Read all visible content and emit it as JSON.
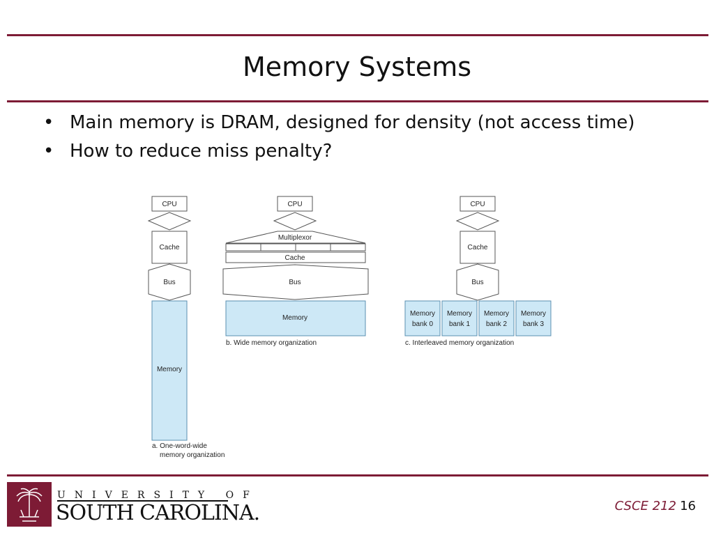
{
  "slide": {
    "title": "Memory Systems",
    "bullets": [
      "Main memory is DRAM, designed for density (not access time)",
      "How to reduce miss penalty?"
    ]
  },
  "diagram": {
    "one_word": {
      "cpu": "CPU",
      "cache": "Cache",
      "bus": "Bus",
      "memory": "Memory",
      "caption_line1": "a. One-word-wide",
      "caption_line2": "memory organization"
    },
    "wide": {
      "cpu": "CPU",
      "multiplexor": "Multiplexor",
      "cache": "Cache",
      "bus": "Bus",
      "memory": "Memory",
      "caption": "b. Wide memory organization"
    },
    "interleaved": {
      "cpu": "CPU",
      "cache": "Cache",
      "bus": "Bus",
      "banks": [
        {
          "line1": "Memory",
          "line2": "bank 0"
        },
        {
          "line1": "Memory",
          "line2": "bank 1"
        },
        {
          "line1": "Memory",
          "line2": "bank 2"
        },
        {
          "line1": "Memory",
          "line2": "bank 3"
        }
      ],
      "caption": "c. Interleaved memory organization"
    },
    "colors": {
      "memory_fill": "#cde8f6",
      "memory_stroke": "#5a8fb0"
    }
  },
  "footer": {
    "university_line": "UNIVERSITY OF",
    "name_line": "SOUTH CAROLINA.",
    "course": "CSCE 212",
    "page": "16"
  }
}
